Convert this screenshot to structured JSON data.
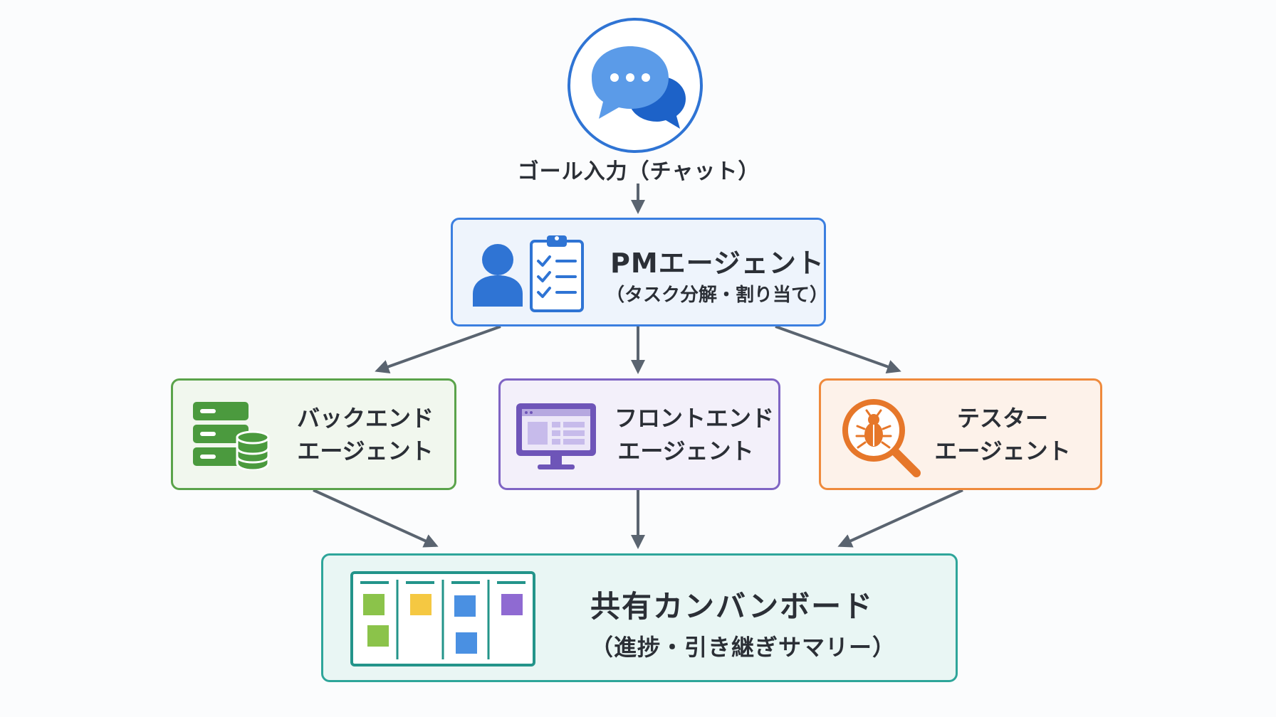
{
  "goal": {
    "label": "ゴール入力（チャット）",
    "icon": "chat-bubbles-icon"
  },
  "pm_agent": {
    "title": "PMエージェント",
    "subtitle": "（タスク分解・割り当て）",
    "icons": [
      "user-icon",
      "clipboard-checklist-icon"
    ]
  },
  "backend_agent": {
    "line1": "バックエンド",
    "line2": "エージェント",
    "icon": "server-database-icon"
  },
  "frontend_agent": {
    "line1": "フロントエンド",
    "line2": "エージェント",
    "icon": "monitor-ui-icon"
  },
  "tester_agent": {
    "line1": "テスター",
    "line2": "エージェント",
    "icon": "bug-magnifier-icon"
  },
  "kanban": {
    "title": "共有カンバンボード",
    "subtitle": "（進捗・引き継ぎサマリー）",
    "icon": "kanban-board-icon"
  },
  "colors": {
    "pm": "#3b7fe0",
    "backend": "#5aa34a",
    "frontend": "#7f64c4",
    "tester": "#ef8a3c",
    "kanban": "#2ea59a",
    "arrow": "#5a6470"
  }
}
